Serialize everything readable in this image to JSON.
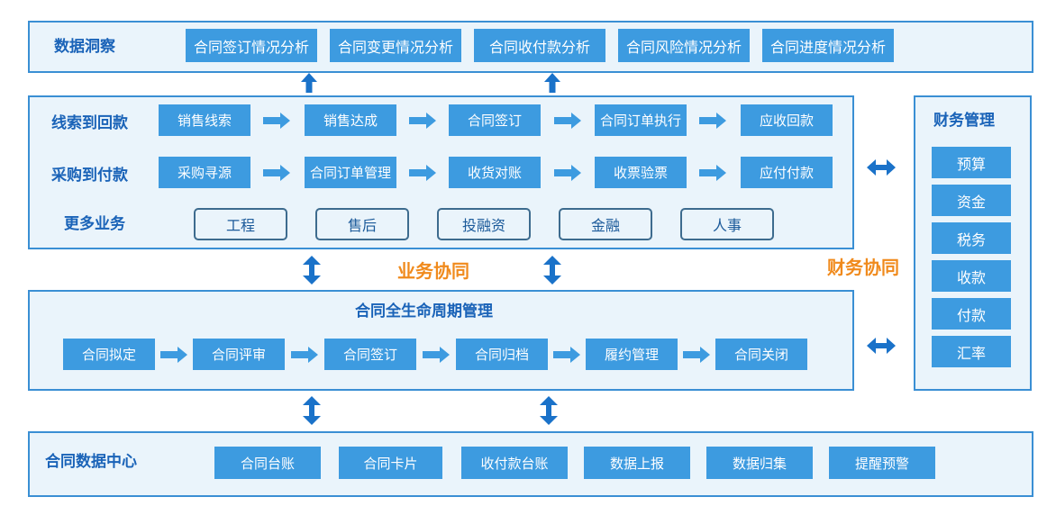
{
  "insights": {
    "title": "数据洞察",
    "items": [
      "合同签订情况分析",
      "合同变更情况分析",
      "合同收付款分析",
      "合同风险情况分析",
      "合同进度情况分析"
    ]
  },
  "business": {
    "row1": {
      "label": "线索到回款",
      "steps": [
        "销售线索",
        "销售达成",
        "合同签订",
        "合同订单执行",
        "应收回款"
      ]
    },
    "row2": {
      "label": "采购到付款",
      "steps": [
        "采购寻源",
        "合同订单管理",
        "收货对账",
        "收票验票",
        "应付付款"
      ]
    },
    "row3": {
      "label": "更多业务",
      "items": [
        "工程",
        "售后",
        "投融资",
        "金融",
        "人事"
      ]
    }
  },
  "collab": {
    "business": "业务协同",
    "finance": "财务协同"
  },
  "lifecycle": {
    "title": "合同全生命周期管理",
    "steps": [
      "合同拟定",
      "合同评审",
      "合同签订",
      "合同归档",
      "履约管理",
      "合同关闭"
    ]
  },
  "finance": {
    "title": "财务管理",
    "items": [
      "预算",
      "资金",
      "税务",
      "收款",
      "付款",
      "汇率"
    ]
  },
  "datacenter": {
    "title": "合同数据中心",
    "items": [
      "合同台账",
      "合同卡片",
      "收付款台账",
      "数据上报",
      "数据归集",
      "提醒预警"
    ]
  },
  "colors": {
    "accent": "#3d9be0",
    "border": "#3a8fd4",
    "title": "#1a63b8",
    "collab": "#f08a1c",
    "arrow": "#1a72c9",
    "flow-arrow": "#3d9be0"
  }
}
